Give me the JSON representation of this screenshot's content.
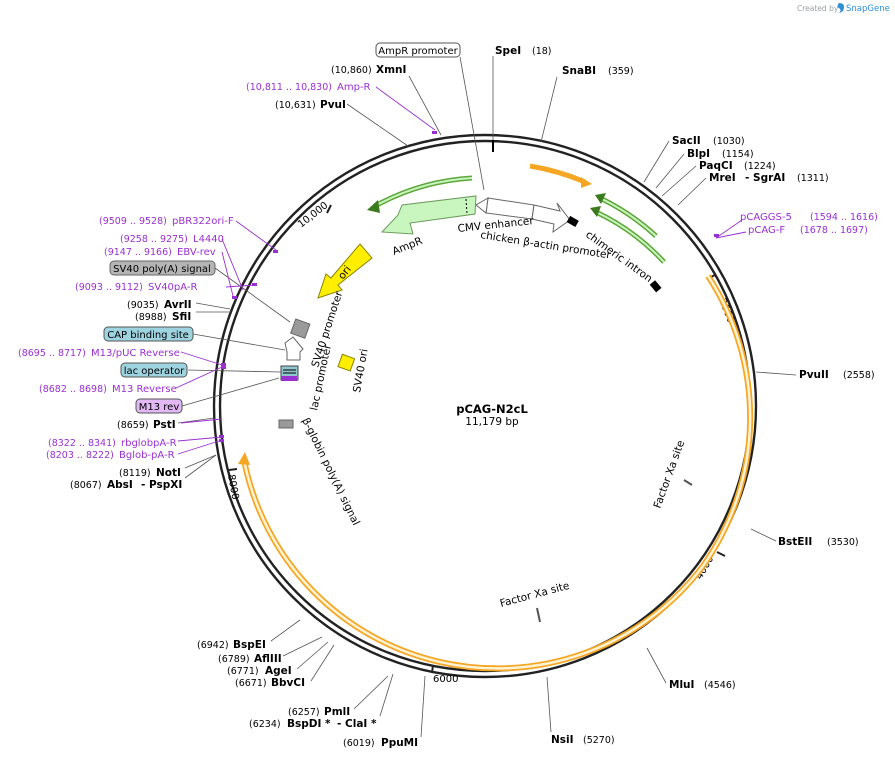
{
  "credit": {
    "created_by": "Created by",
    "brand": "SnapGene"
  },
  "map": {
    "name": "pCAG-N2cL",
    "size": "11,179 bp"
  },
  "ticks": [
    "10,000",
    "2000",
    "4000",
    "6000",
    "8000"
  ],
  "boxed_labels": {
    "ampr_promoter": "AmpR promoter",
    "sv40_polya": "SV40 poly(A) signal",
    "cap_site": "CAP binding site",
    "lac_operator": "lac operator",
    "m13_rev": "M13 rev"
  },
  "features": {
    "cmv": "CMV enhancer",
    "cba": "chicken β-actin promoter",
    "intron": "chimeric intron",
    "ampr": "AmpR",
    "ori": "ori",
    "sv40_promoter": "SV40 promoter",
    "sv40_ori": "SV40 ori",
    "lac_promoter": "lac promoter",
    "bglobin": "β-globin poly(A) signal",
    "factorxa1": "Factor Xa site",
    "factorxa2": "Factor Xa site"
  },
  "sites": {
    "spei": {
      "name": "SpeI",
      "pos": "(18)"
    },
    "snabi": {
      "name": "SnaBI",
      "pos": "(359)"
    },
    "xmni": {
      "name": "XmnI",
      "pos": "(10,860)"
    },
    "pvui_a": {
      "name": "PvuI",
      "pos": "(10,631)"
    },
    "sacii": {
      "name": "SacII",
      "pos": "(1030)"
    },
    "blpi": {
      "name": "BlpI",
      "pos": "(1154)"
    },
    "paqci": {
      "name": "PaqCI",
      "pos": "(1224)"
    },
    "mrei": {
      "name": "MreI",
      "name2": "- SgrAI",
      "pos": "(1311)"
    },
    "pvuii": {
      "name": "PvuII",
      "pos": "(2558)"
    },
    "bsteii": {
      "name": "BstEII",
      "pos": "(3530)"
    },
    "mlui": {
      "name": "MluI",
      "pos": "(4546)"
    },
    "nsii": {
      "name": "NsiI",
      "pos": "(5270)"
    },
    "ppumi": {
      "name": "PpuMI",
      "pos": "(6019)"
    },
    "bspdi": {
      "name": "BspDI *",
      "name2": "- ClaI *",
      "pos": "(6234)"
    },
    "pmli": {
      "name": "PmlI",
      "pos": "(6257)"
    },
    "bbvci": {
      "name": "BbvCI",
      "pos": "(6671)"
    },
    "agei": {
      "name": "AgeI",
      "pos": "(6771)"
    },
    "afliii": {
      "name": "AflIII",
      "pos": "(6789)"
    },
    "bspei": {
      "name": "BspEI",
      "pos": "(6942)"
    },
    "absi": {
      "name": "AbsI",
      "name2": "- PspXI",
      "pos": "(8067)"
    },
    "noti": {
      "name": "NotI",
      "pos": "(8119)"
    },
    "psti": {
      "name": "PstI",
      "pos": "(8659)"
    },
    "sfii": {
      "name": "SfiI",
      "pos": "(8988)"
    },
    "avrii": {
      "name": "AvrII",
      "pos": "(9035)"
    }
  },
  "primers": {
    "ampr_p": {
      "name": "Amp-R",
      "pos": "(10,811 .. 10,830)"
    },
    "pcaggs5": {
      "name": "pCAGGS-5",
      "pos": "(1594 .. 1616)"
    },
    "pcagf": {
      "name": "pCAG-F",
      "pos": "(1678 .. 1697)"
    },
    "pbr322": {
      "name": "pBR322ori-F",
      "pos": "(9509 .. 9528)"
    },
    "l4440": {
      "name": "L4440",
      "pos": "(9258 .. 9275)"
    },
    "ebvrev": {
      "name": "EBV-rev",
      "pos": "(9147 .. 9166)"
    },
    "sv40par": {
      "name": "SV40pA-R",
      "pos": "(9093 .. 9112)"
    },
    "m13puc": {
      "name": "M13/pUC Reverse",
      "pos": "(8695 .. 8717)"
    },
    "m13reverse": {
      "name": "M13 Reverse",
      "pos": "(8682 .. 8698)"
    },
    "rbglob": {
      "name": "rbglobpA-R",
      "pos": "(8322 .. 8341)"
    },
    "bglob": {
      "name": "Bglob-pA-R",
      "pos": "(8203 .. 8222)"
    }
  },
  "colors": {
    "backbone": "#222222",
    "primer": "#9b30d0",
    "orf": "#f5a623",
    "orf_fill": "#fff3d6",
    "promoter_fill": "#ffffff",
    "green_arrow": "#b8f0b0",
    "ori_fill": "#ffee00",
    "sv40_ori_fill": "#ffee00",
    "gray_box": "#9a9a9a",
    "cap_box": "#9ed3e0",
    "m13_box": "#e2b8f5"
  }
}
